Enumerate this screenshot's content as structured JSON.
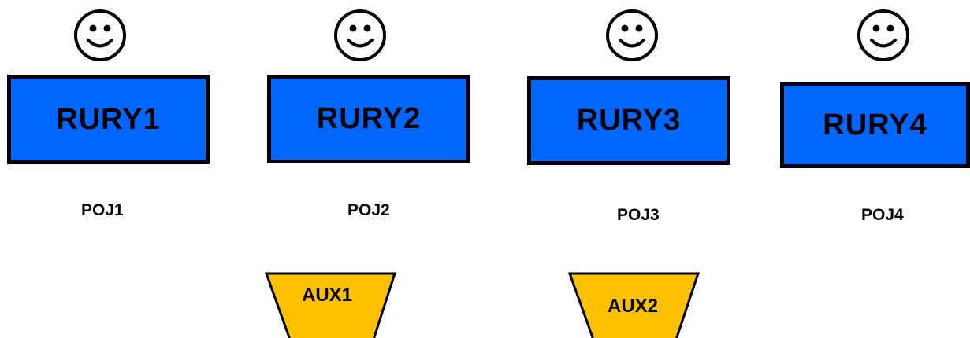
{
  "colors": {
    "box_fill": "#0066ff",
    "aux_fill": "#ffc000",
    "outline": "#000000"
  },
  "nodes": [
    {
      "box_label": "RURY1",
      "position_label": "POJ1",
      "icon": "smiley-face-icon"
    },
    {
      "box_label": "RURY2",
      "position_label": "POJ2",
      "icon": "smiley-face-icon"
    },
    {
      "box_label": "RURY3",
      "position_label": "POJ3",
      "icon": "smiley-face-icon"
    },
    {
      "box_label": "RURY4",
      "position_label": "POJ4",
      "icon": "smiley-face-icon"
    }
  ],
  "aux": [
    {
      "label": "AUX1"
    },
    {
      "label": "AUX2"
    }
  ]
}
